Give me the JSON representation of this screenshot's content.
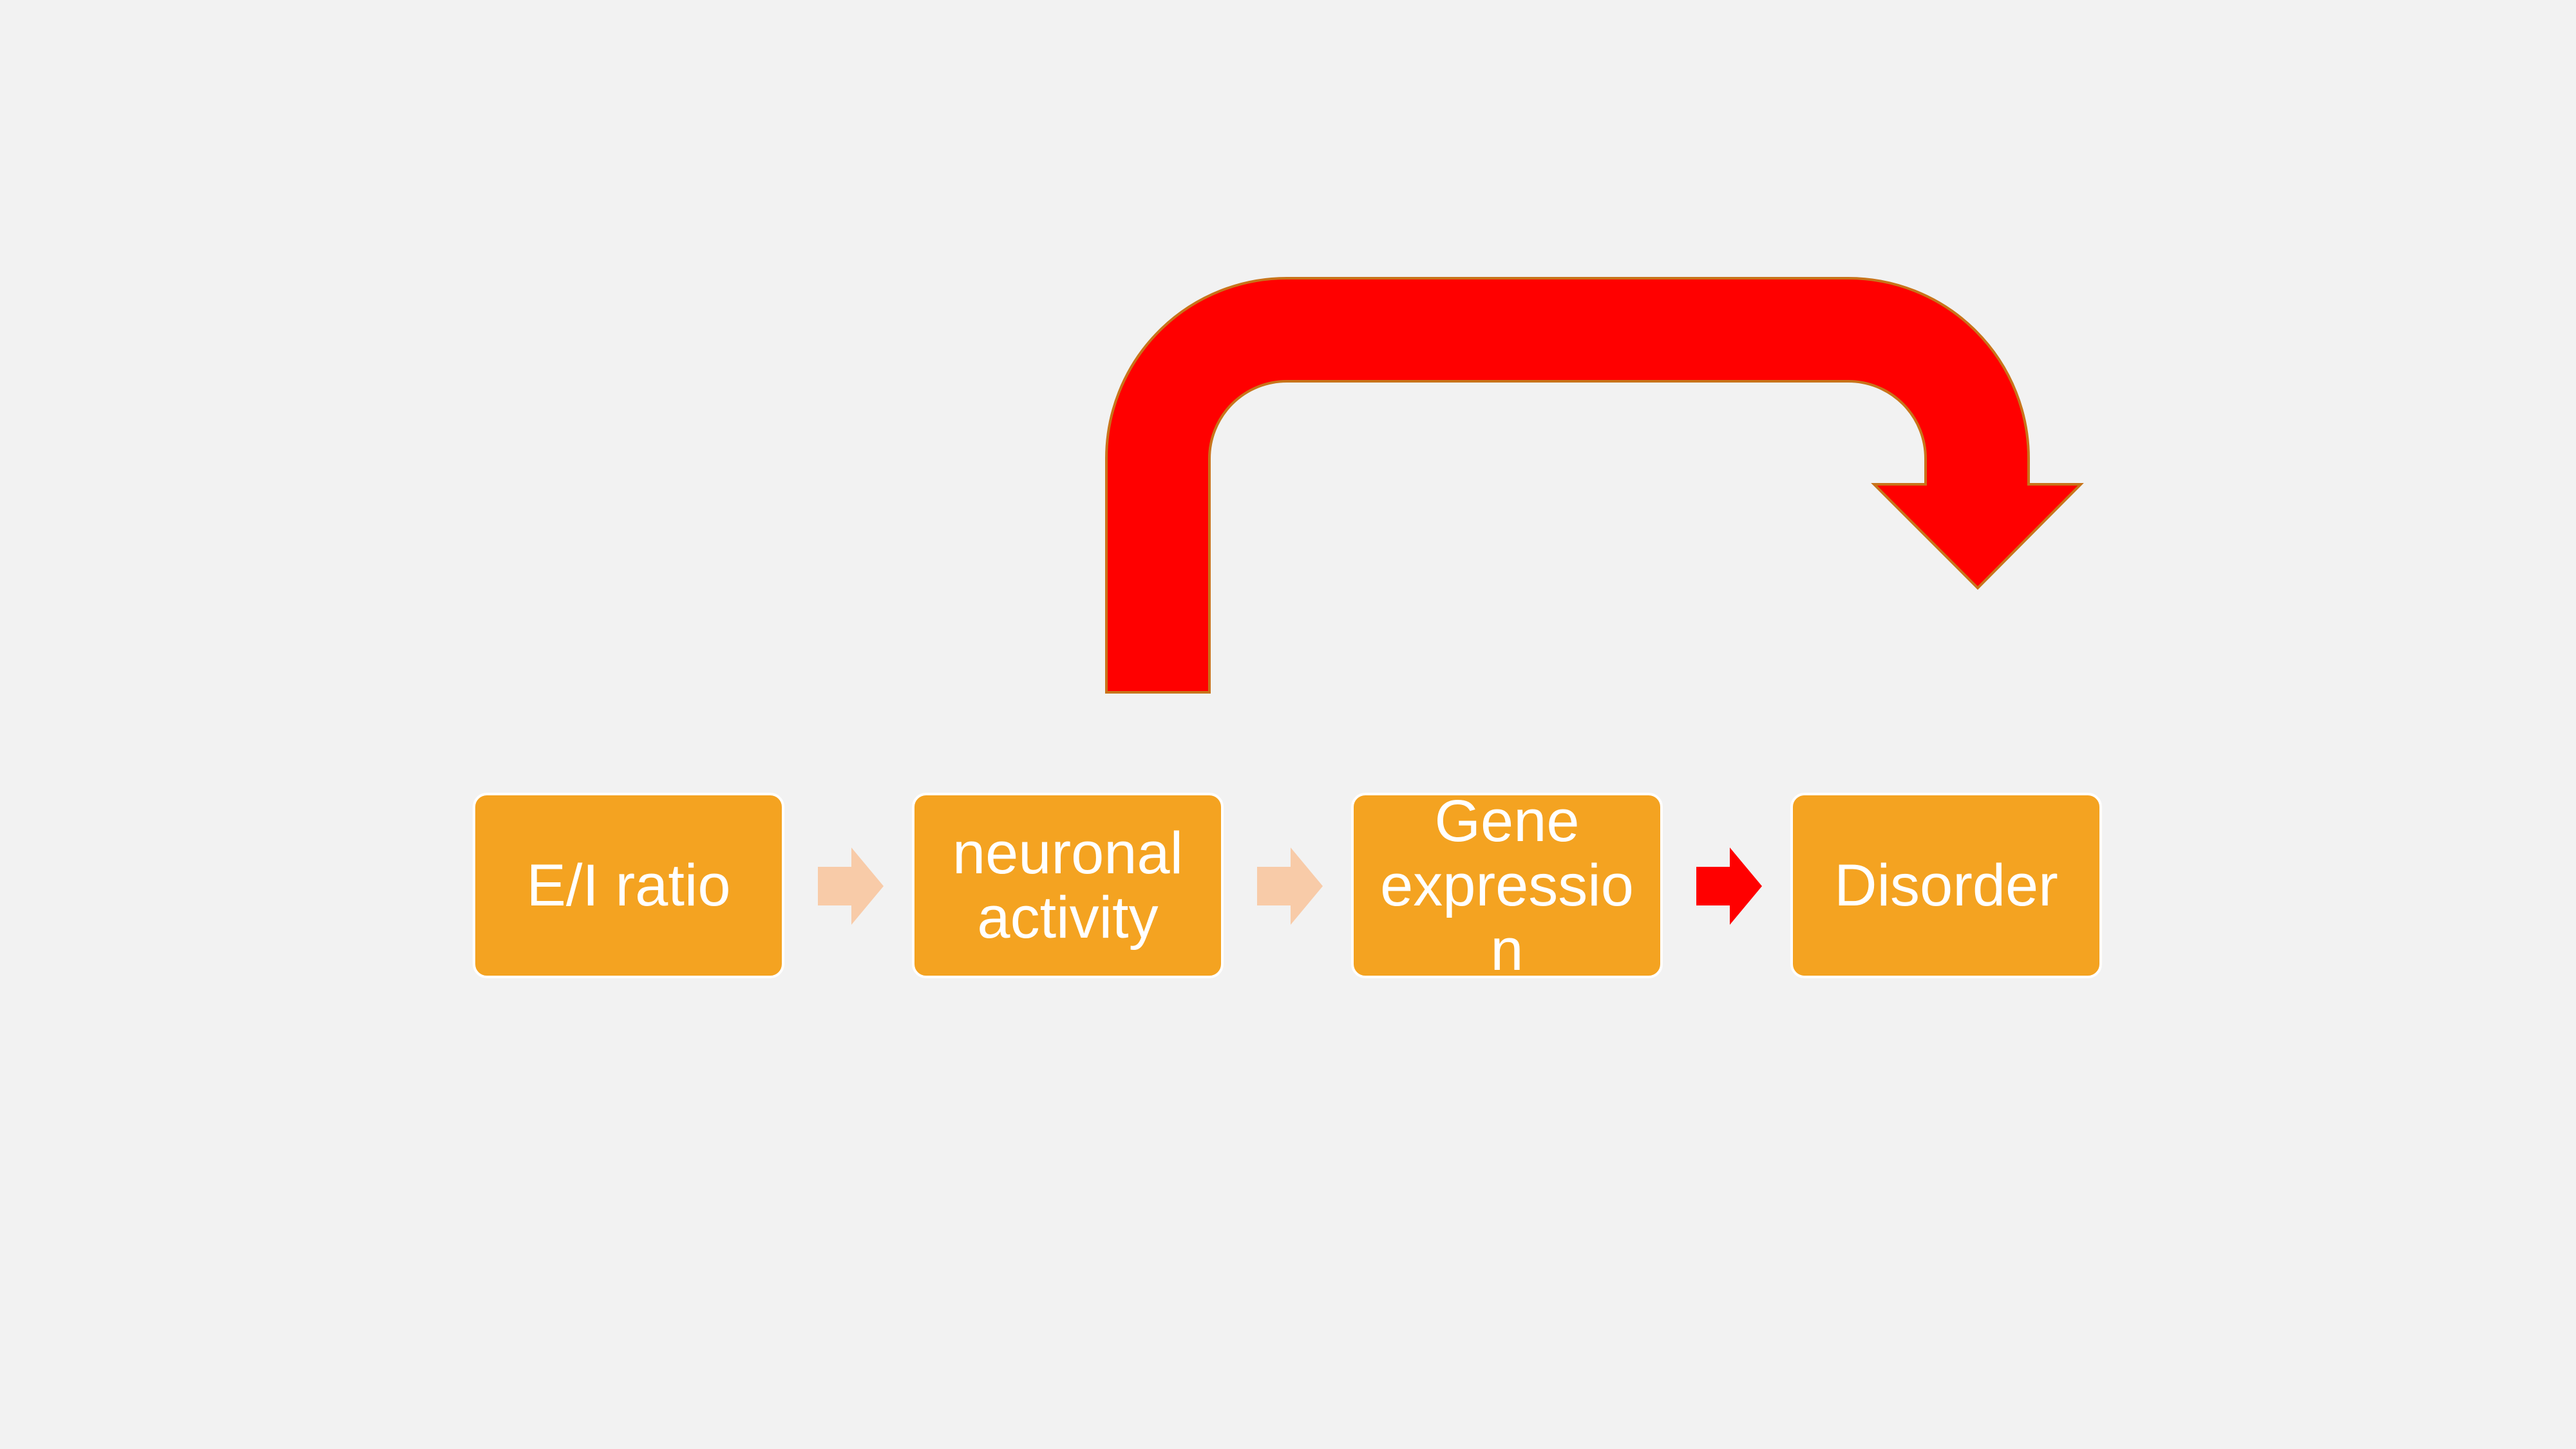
{
  "diagram": {
    "nodes": [
      {
        "id": "ei-ratio",
        "label": "E/I ratio"
      },
      {
        "id": "neuronal-activity",
        "label_lines": [
          "neuronal",
          "activity"
        ]
      },
      {
        "id": "gene-expression",
        "label_lines": [
          "Gene",
          "expressio",
          "n"
        ]
      },
      {
        "id": "disorder",
        "label": "Disorder"
      }
    ],
    "edges": [
      {
        "from": "E/I ratio",
        "to": "neuronal activity",
        "style": "faded chevron arrow"
      },
      {
        "from": "neuronal activity",
        "to": "Gene expression",
        "style": "faded chevron arrow"
      },
      {
        "from": "Gene expression",
        "to": "Disorder",
        "style": "bold red chevron arrow"
      },
      {
        "from": "neuronal activity",
        "to": "Disorder",
        "style": "large red U-turn arrow"
      }
    ]
  },
  "colors": {
    "background": "#f2f2f2",
    "node_fill": "#f4a321",
    "node_text": "#ffffff",
    "arrow_faded": "#f8cba8",
    "arrow_strong": "#ff0000",
    "arrow_outline": "#c8741a"
  }
}
